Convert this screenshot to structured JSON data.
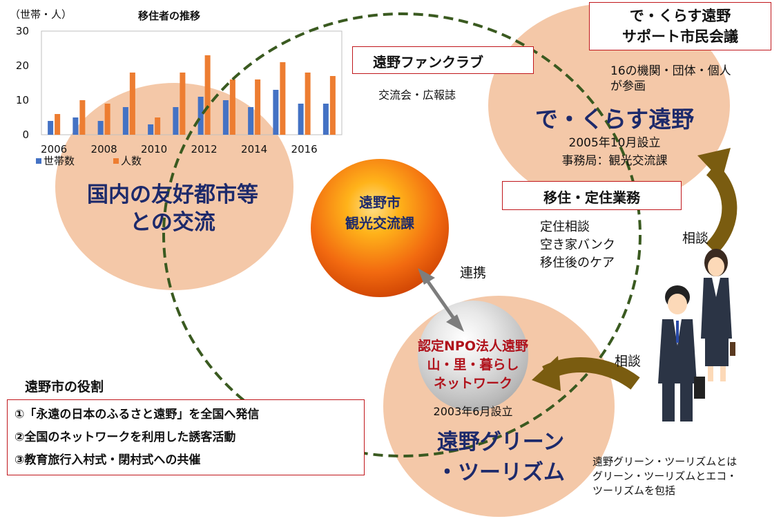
{
  "chart": {
    "unit_label": "（世帯・人）",
    "title": "移住者の推移",
    "legend": [
      "世帯数",
      "人数"
    ]
  },
  "chart_data": {
    "type": "bar",
    "title": "移住者の推移",
    "ylabel": "（世帯・人）",
    "categories": [
      "2006",
      "2007",
      "2008",
      "2009",
      "2010",
      "2011",
      "2012",
      "2013",
      "2014",
      "2015",
      "2016",
      "2017"
    ],
    "x_tick_labels": [
      "2006",
      "2008",
      "2010",
      "2012",
      "2014",
      "2016"
    ],
    "y_ticks": [
      "0",
      "10",
      "20",
      "30"
    ],
    "ylim": [
      0,
      30
    ],
    "grid": false,
    "legend_position": "bottom-left",
    "series": [
      {
        "name": "世帯数",
        "color": "#4472c4",
        "values": [
          4,
          5,
          4,
          8,
          3,
          8,
          11,
          10,
          8,
          13,
          9,
          9
        ]
      },
      {
        "name": "人数",
        "color": "#ed7d31",
        "values": [
          6,
          10,
          9,
          18,
          5,
          18,
          23,
          16,
          16,
          21,
          18,
          17
        ]
      }
    ]
  },
  "left_circle": {
    "title_line1": "国内の友好都市等",
    "title_line2": "との交流"
  },
  "center_orb": {
    "line1": "遠野市",
    "line2": "観光交流課"
  },
  "link_label": "連携",
  "fanclub": {
    "title": "遠野ファンクラブ",
    "desc": "交流会・広報誌"
  },
  "kurasu_council": {
    "line1": "で・くらす遠野",
    "line2": "サポート市民会議"
  },
  "kurasu": {
    "desc_line1": "16の機関・団体・個人",
    "desc_line2": "が参画",
    "title": "で・くらす遠野",
    "est": "2005年10月設立",
    "office": "事務局：観光交流課"
  },
  "migration": {
    "title": "移住・定住業務",
    "items": [
      "定住相談",
      "空き家バンク",
      "移住後のケア"
    ]
  },
  "consult": [
    "相談",
    "相談"
  ],
  "npo": {
    "line1": "認定NPO法人遠野",
    "line2": "山・里・暮らし",
    "line3": "ネットワーク",
    "est": "2003年6月設立"
  },
  "green": {
    "line1": "遠野グリーン",
    "line2": "・ツーリズム"
  },
  "green_note": [
    "遠野グリーン・ツーリズムとは",
    "グリーン・ツーリズムとエコ・",
    "ツーリズムを包括"
  ],
  "roles": {
    "title": "遠野市の役割",
    "items": [
      "①「永遠の日本のふるさと遠野」を全国へ発信",
      "②全国のネットワークを利用した誘客活動",
      "③教育旅行入村式・閉村式への共催"
    ]
  },
  "colors": {
    "blob": "#f4c8a8",
    "navy": "#1d2a6b",
    "red_border": "#c0161b",
    "dashed": "#3a5a20",
    "arrow": "#7a5c10"
  }
}
